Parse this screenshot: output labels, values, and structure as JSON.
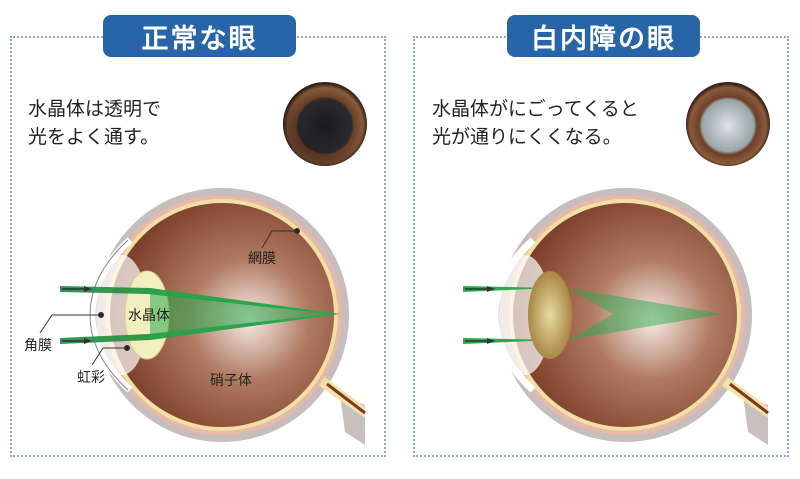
{
  "normal": {
    "title": "正常な眼",
    "description_line1": "水晶体は透明で",
    "description_line2": "光をよく通す。",
    "labels": {
      "lens": "水晶体",
      "retina": "網膜",
      "cornea": "角膜",
      "iris": "虹彩",
      "vitreous": "硝子体"
    }
  },
  "cataract": {
    "title": "白内障の眼",
    "description_line1": "水晶体がにごってくると",
    "description_line2": "光が通りにくくなる。"
  },
  "colors": {
    "badge": "#2765a8",
    "light": "#2fa24a",
    "eyeball": "#8a4a34",
    "lens_clear": "#f3eebd",
    "lens_cloudy": "#c8a86a"
  }
}
